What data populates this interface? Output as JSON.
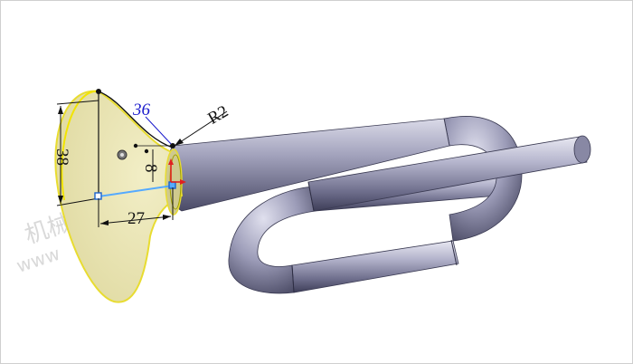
{
  "colors": {
    "tube_light": "#dcdcea",
    "tube_mid": "#9898b4",
    "tube_dark": "#4a4a66",
    "bell_face": "#ece7b6",
    "bell_edge": "#f0e000",
    "dim_line": "#000000",
    "dim_blue": "#1a1acc",
    "sketch_blue": "#55aaff",
    "point_red": "#e02020"
  },
  "watermark": {
    "cn": "机械",
    "en": "www"
  },
  "dimensions": {
    "angle": "36",
    "radius": "R2",
    "height": "38",
    "small": "8",
    "length": "27"
  },
  "icons": {
    "origin": "origin-icon",
    "endpoint": "sketch-endpoint-icon",
    "axis_x": "axis-x-arrow-icon",
    "axis_y": "axis-y-arrow-icon"
  }
}
